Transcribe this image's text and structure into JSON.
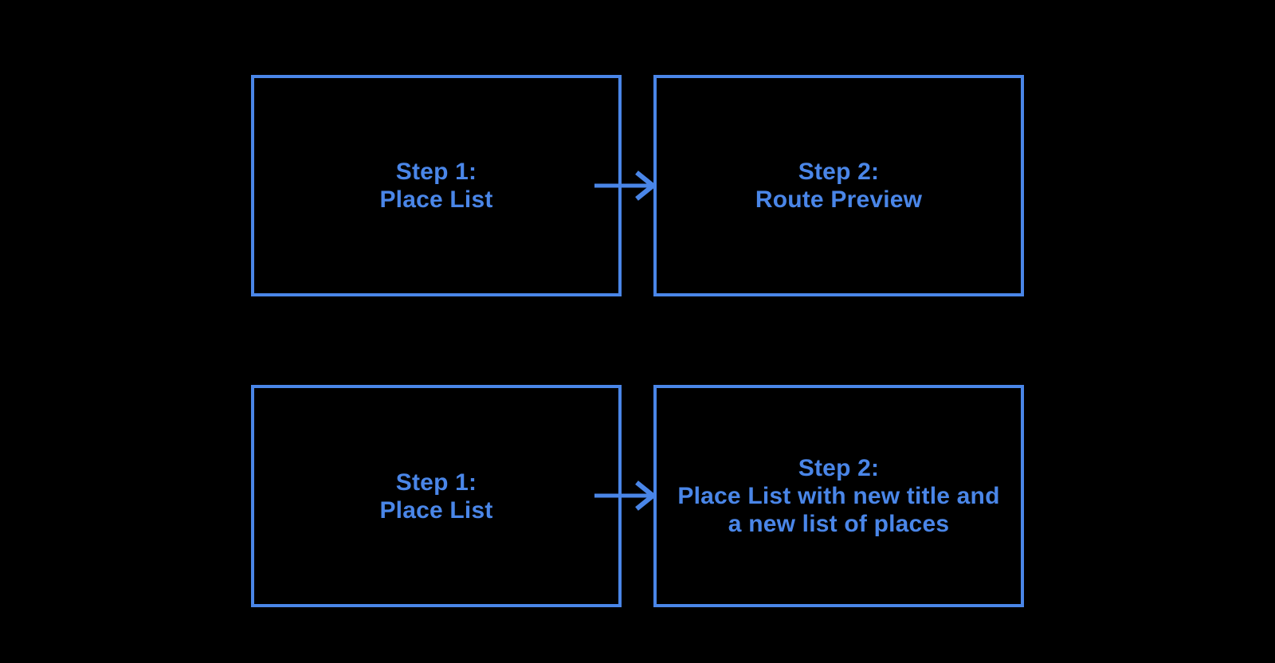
{
  "theme": {
    "background": "#000000",
    "accent": "#4a86e8"
  },
  "diagram": {
    "boxes": [
      {
        "id": "top-left",
        "lines": [
          "Step 1:",
          "Place List"
        ]
      },
      {
        "id": "top-right",
        "lines": [
          "Step 2:",
          "Route Preview"
        ]
      },
      {
        "id": "bottom-left",
        "lines": [
          "Step 1:",
          "Place List"
        ]
      },
      {
        "id": "bottom-right",
        "lines": [
          "Step 2:",
          "Place List with new title and",
          "a new list of places"
        ]
      }
    ],
    "connectors": [
      {
        "from": "top-left",
        "to": "top-right",
        "type": "arrow-right"
      },
      {
        "from": "bottom-left",
        "to": "bottom-right",
        "type": "arrow-right"
      }
    ]
  }
}
